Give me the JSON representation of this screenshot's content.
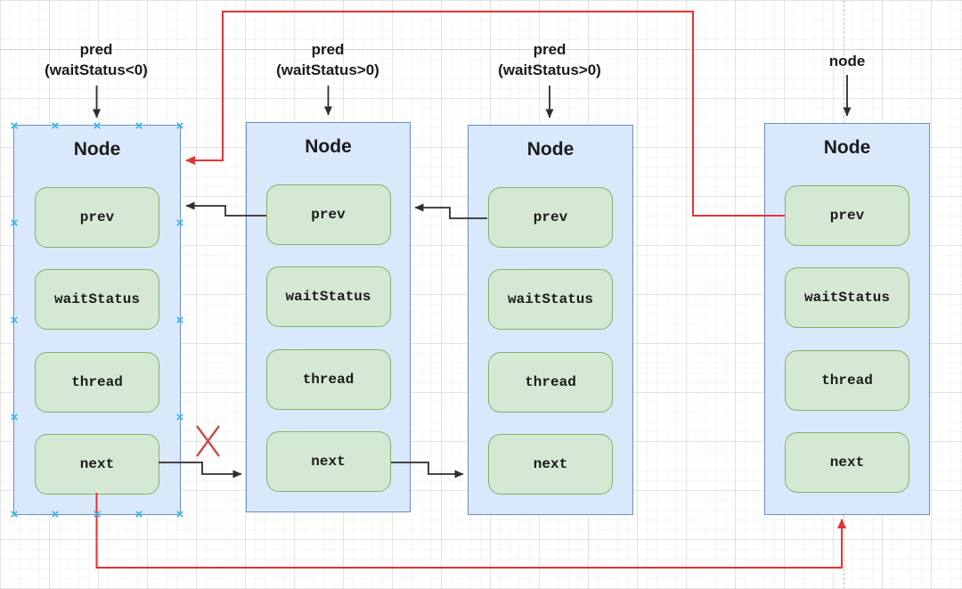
{
  "diagram": {
    "pointer_labels": [
      {
        "line1": "pred",
        "line2": "(waitStatus<0)"
      },
      {
        "line1": "pred",
        "line2": "(waitStatus>0)"
      },
      {
        "line1": "pred",
        "line2": "(waitStatus>0)"
      },
      {
        "line1": "node",
        "line2": ""
      }
    ],
    "nodes": [
      {
        "title": "Node",
        "fields": [
          "prev",
          "waitStatus",
          "thread",
          "next"
        ],
        "selected": true
      },
      {
        "title": "Node",
        "fields": [
          "prev",
          "waitStatus",
          "thread",
          "next"
        ],
        "selected": false
      },
      {
        "title": "Node",
        "fields": [
          "prev",
          "waitStatus",
          "thread",
          "next"
        ],
        "selected": false
      },
      {
        "title": "Node",
        "fields": [
          "prev",
          "waitStatus",
          "thread",
          "next"
        ],
        "selected": false
      }
    ],
    "marks": {
      "cancelled_link": "red-x-mark"
    },
    "colors": {
      "node_fill": "#dae8fc",
      "node_border": "#6c8ebf",
      "field_fill": "#d5e8d4",
      "field_border": "#82b366",
      "link_black": "#2e2e2e",
      "link_red": "#e23434",
      "cancel_x_red": "#cb4a4a",
      "selection_handle": "#30b5e9",
      "guide_gray": "#c7c9c9"
    }
  }
}
